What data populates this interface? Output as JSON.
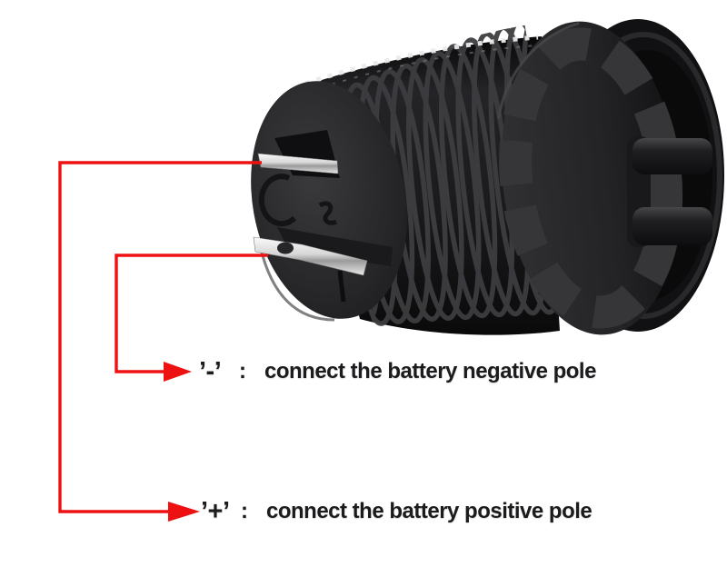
{
  "page": {
    "background": "#ffffff"
  },
  "illustration": {
    "alt": "black 12V car charger socket with threaded barrel, lock nut and two spade terminals",
    "wire_color": "#ee1111",
    "text_color": "#1c1c1e"
  },
  "labels": {
    "negative": {
      "symbol": "’-’",
      "separator": ":",
      "text": "connect the battery negative pole"
    },
    "positive": {
      "symbol": "’+’",
      "separator": ":",
      "text": "connect the battery positive pole"
    }
  }
}
